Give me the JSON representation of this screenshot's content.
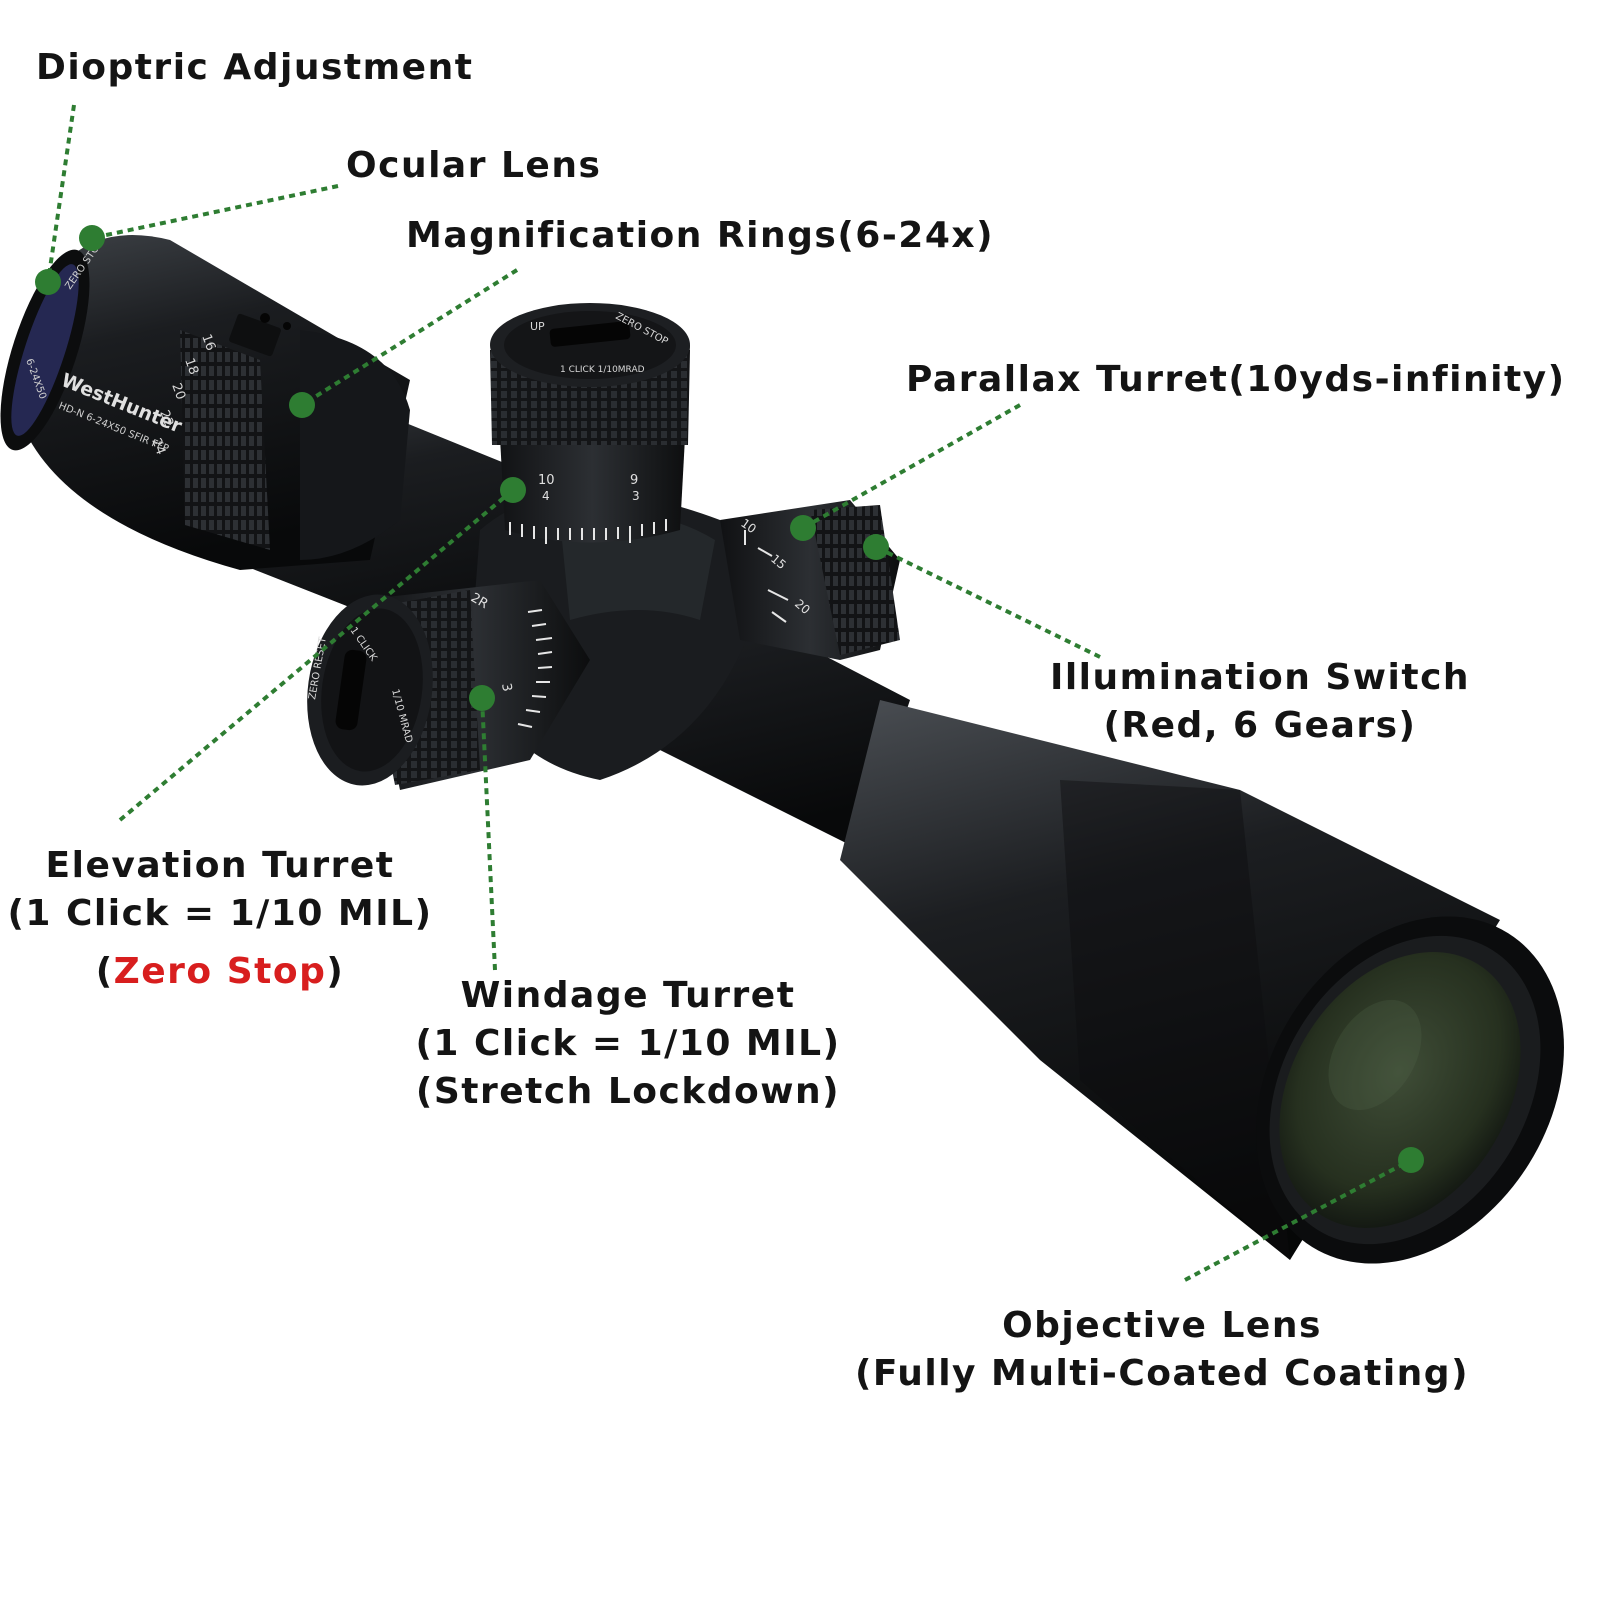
{
  "brand": {
    "name": "WestHunter",
    "model": "HD-N 6-24X50 SFIR FFP",
    "magnification": "6-24X50",
    "zero_stop_ring": "ZERO STOP"
  },
  "colors": {
    "callout_green": "#2e7d32",
    "label_text": "#141414",
    "highlight_red": "#d81e1e",
    "scope_body": "#15171a",
    "lens_green": "#2f3b2b"
  },
  "labels": {
    "dioptric": "Dioptric Adjustment",
    "ocular": "Ocular Lens",
    "magnification": "Magnification Rings(6-24x)",
    "parallax": "Parallax Turret(10yds-infinity)",
    "illumination_1": "Illumination Switch",
    "illumination_2": "(Red, 6 Gears)",
    "elevation_1": "Elevation Turret",
    "elevation_2": "(1 Click = 1/10 MIL)",
    "elevation_3_open": "(",
    "elevation_3_red": "Zero Stop",
    "elevation_3_close": ")",
    "windage_1": "Windage Turret",
    "windage_2": "(1 Click = 1/10 MIL)",
    "windage_3": "(Stretch Lockdown)",
    "objective_1": "Objective Lens",
    "objective_2": "(Fully Multi-Coated Coating)"
  },
  "turret_markings": {
    "elevation_top": "ZERO STOP",
    "elevation_up": "UP",
    "elevation_click": "1 CLICK 1/10MRAD",
    "elevation_scale": [
      "10",
      "9",
      "4",
      "3"
    ],
    "windage_reset": "ZERO RESET",
    "windage_click": "1 CLICK",
    "windage_mrad": "1/10 MRAD",
    "windage_scale": [
      "2R",
      "3"
    ],
    "parallax_scale": [
      "10",
      "15",
      "20"
    ],
    "mag_scale": [
      "16",
      "18",
      "20",
      "22",
      "24"
    ]
  }
}
